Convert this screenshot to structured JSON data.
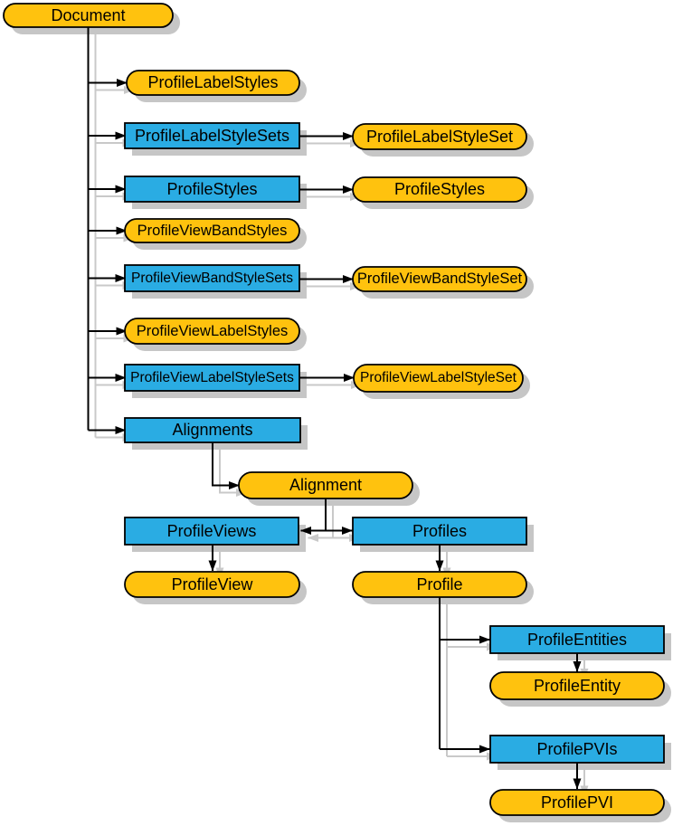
{
  "palette": {
    "object_fill": "#FFC20E",
    "collection_fill": "#2AACE3",
    "outline": "#000000",
    "shadow": "#C6C6C6",
    "connector": "#000000",
    "background": "#FFFFFF"
  },
  "nodes": {
    "document": {
      "label": "Document",
      "shape": "stadium",
      "role": "root-object"
    },
    "profileLabelStyles": {
      "label": "ProfileLabelStyles",
      "shape": "stadium",
      "role": "object"
    },
    "profileLabelStyleSets": {
      "label": "ProfileLabelStyleSets",
      "shape": "rectangle",
      "role": "collection"
    },
    "profileLabelStyleSet": {
      "label": "ProfileLabelStyleSet",
      "shape": "stadium",
      "role": "object"
    },
    "profileStylesCollection": {
      "label": "ProfileStyles",
      "shape": "rectangle",
      "role": "collection"
    },
    "profileStylesObject": {
      "label": "ProfileStyles",
      "shape": "stadium",
      "role": "object"
    },
    "profileViewBandStyles": {
      "label": "ProfileViewBandStyles",
      "shape": "stadium",
      "role": "object"
    },
    "profileViewBandStyleSets": {
      "label": "ProfileViewBandStyleSets",
      "shape": "rectangle",
      "role": "collection"
    },
    "profileViewBandStyleSet": {
      "label": "ProfileViewBandStyleSet",
      "shape": "stadium",
      "role": "object"
    },
    "profileViewLabelStyles": {
      "label": "ProfileViewLabelStyles",
      "shape": "stadium",
      "role": "object"
    },
    "profileViewLabelStyleSets": {
      "label": "ProfileViewLabelStyleSets",
      "shape": "rectangle",
      "role": "collection"
    },
    "profileViewLabelStyleSet": {
      "label": "ProfileViewLabelStyleSet",
      "shape": "stadium",
      "role": "object"
    },
    "alignments": {
      "label": "Alignments",
      "shape": "rectangle",
      "role": "collection"
    },
    "alignment": {
      "label": "Alignment",
      "shape": "stadium",
      "role": "object"
    },
    "profileViews": {
      "label": "ProfileViews",
      "shape": "rectangle",
      "role": "collection"
    },
    "profiles": {
      "label": "Profiles",
      "shape": "rectangle",
      "role": "collection"
    },
    "profileView": {
      "label": "ProfileView",
      "shape": "stadium",
      "role": "object"
    },
    "profile": {
      "label": "Profile",
      "shape": "stadium",
      "role": "object"
    },
    "profileEntities": {
      "label": "ProfileEntities",
      "shape": "rectangle",
      "role": "collection"
    },
    "profileEntity": {
      "label": "ProfileEntity",
      "shape": "stadium",
      "role": "object"
    },
    "profilePVIs": {
      "label": "ProfilePVIs",
      "shape": "rectangle",
      "role": "collection"
    },
    "profilePVI": {
      "label": "ProfilePVI",
      "shape": "stadium",
      "role": "object"
    }
  },
  "edges": [
    {
      "from": "document",
      "to": "profileLabelStyles"
    },
    {
      "from": "document",
      "to": "profileLabelStyleSets"
    },
    {
      "from": "document",
      "to": "profileStylesCollection"
    },
    {
      "from": "document",
      "to": "profileViewBandStyles"
    },
    {
      "from": "document",
      "to": "profileViewBandStyleSets"
    },
    {
      "from": "document",
      "to": "profileViewLabelStyles"
    },
    {
      "from": "document",
      "to": "profileViewLabelStyleSets"
    },
    {
      "from": "document",
      "to": "alignments"
    },
    {
      "from": "profileLabelStyleSets",
      "to": "profileLabelStyleSet"
    },
    {
      "from": "profileStylesCollection",
      "to": "profileStylesObject"
    },
    {
      "from": "profileViewBandStyleSets",
      "to": "profileViewBandStyleSet"
    },
    {
      "from": "profileViewLabelStyleSets",
      "to": "profileViewLabelStyleSet"
    },
    {
      "from": "alignments",
      "to": "alignment"
    },
    {
      "from": "alignment",
      "to": "profileViews"
    },
    {
      "from": "alignment",
      "to": "profiles"
    },
    {
      "from": "profileViews",
      "to": "profileView"
    },
    {
      "from": "profiles",
      "to": "profile"
    },
    {
      "from": "profile",
      "to": "profileEntities"
    },
    {
      "from": "profile",
      "to": "profilePVIs"
    },
    {
      "from": "profileEntities",
      "to": "profileEntity"
    },
    {
      "from": "profilePVIs",
      "to": "profilePVI"
    }
  ]
}
